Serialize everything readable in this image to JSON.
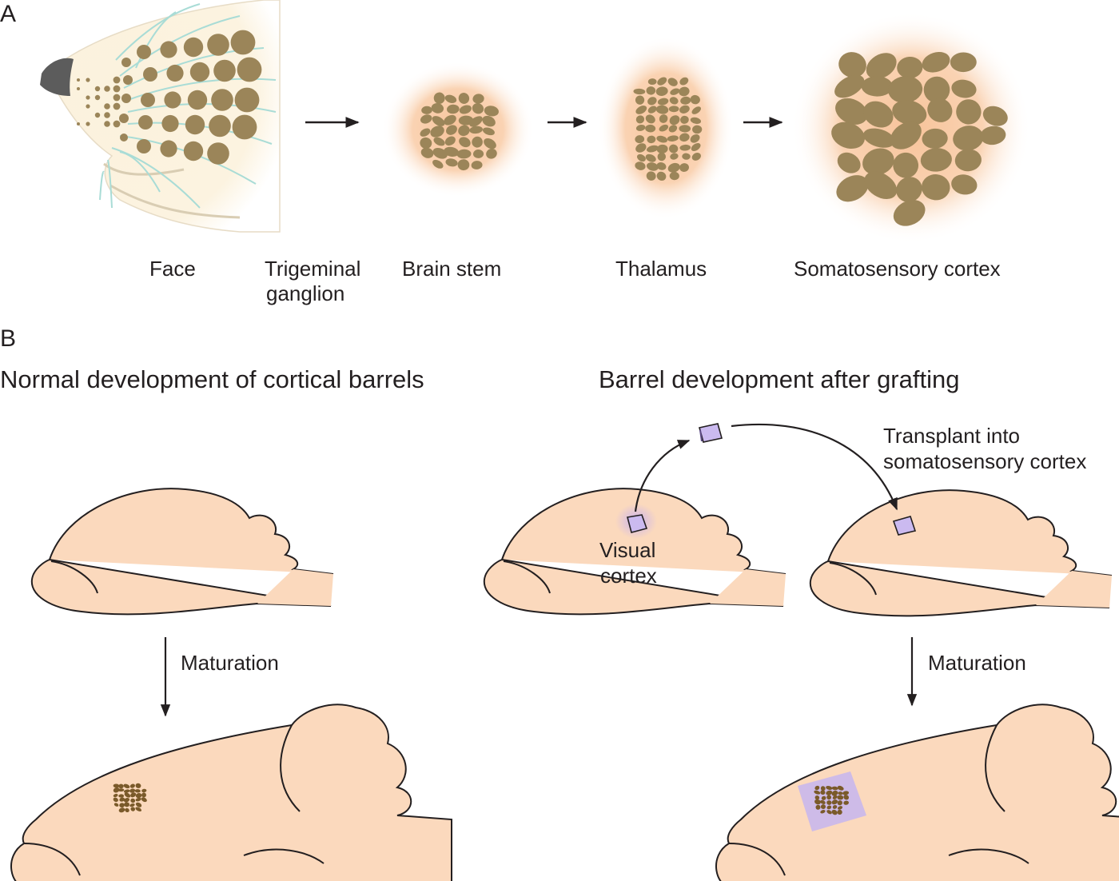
{
  "panels": {
    "a": "A",
    "b": "B"
  },
  "pathway": {
    "face": "Face",
    "trigeminal_line1": "Trigeminal",
    "trigeminal_line2": "ganglion",
    "brain_stem": "Brain stem",
    "thalamus": "Thalamus",
    "cortex": "Somatosensory cortex"
  },
  "normal": {
    "title": "Normal development of cortical barrels",
    "maturation": "Maturation"
  },
  "graft": {
    "title": "Barrel development after grafting",
    "transplant_line1": "Transplant into",
    "transplant_line2": "somatosensory cortex",
    "visual_line1": "Visual",
    "visual_line2": "cortex",
    "maturation": "Maturation"
  },
  "colors": {
    "barrel": "#9b8559",
    "barrel_dark": "#7a5a2a",
    "brain": "#fbd9bd",
    "halo": "#f9c9a4",
    "graft": "#c9b7ec",
    "whisker": "#a9dcd6",
    "nose": "#5a5a5a"
  },
  "icons": {
    "arrow": "arrow-right-icon",
    "graft": "graft-tissue-icon"
  }
}
